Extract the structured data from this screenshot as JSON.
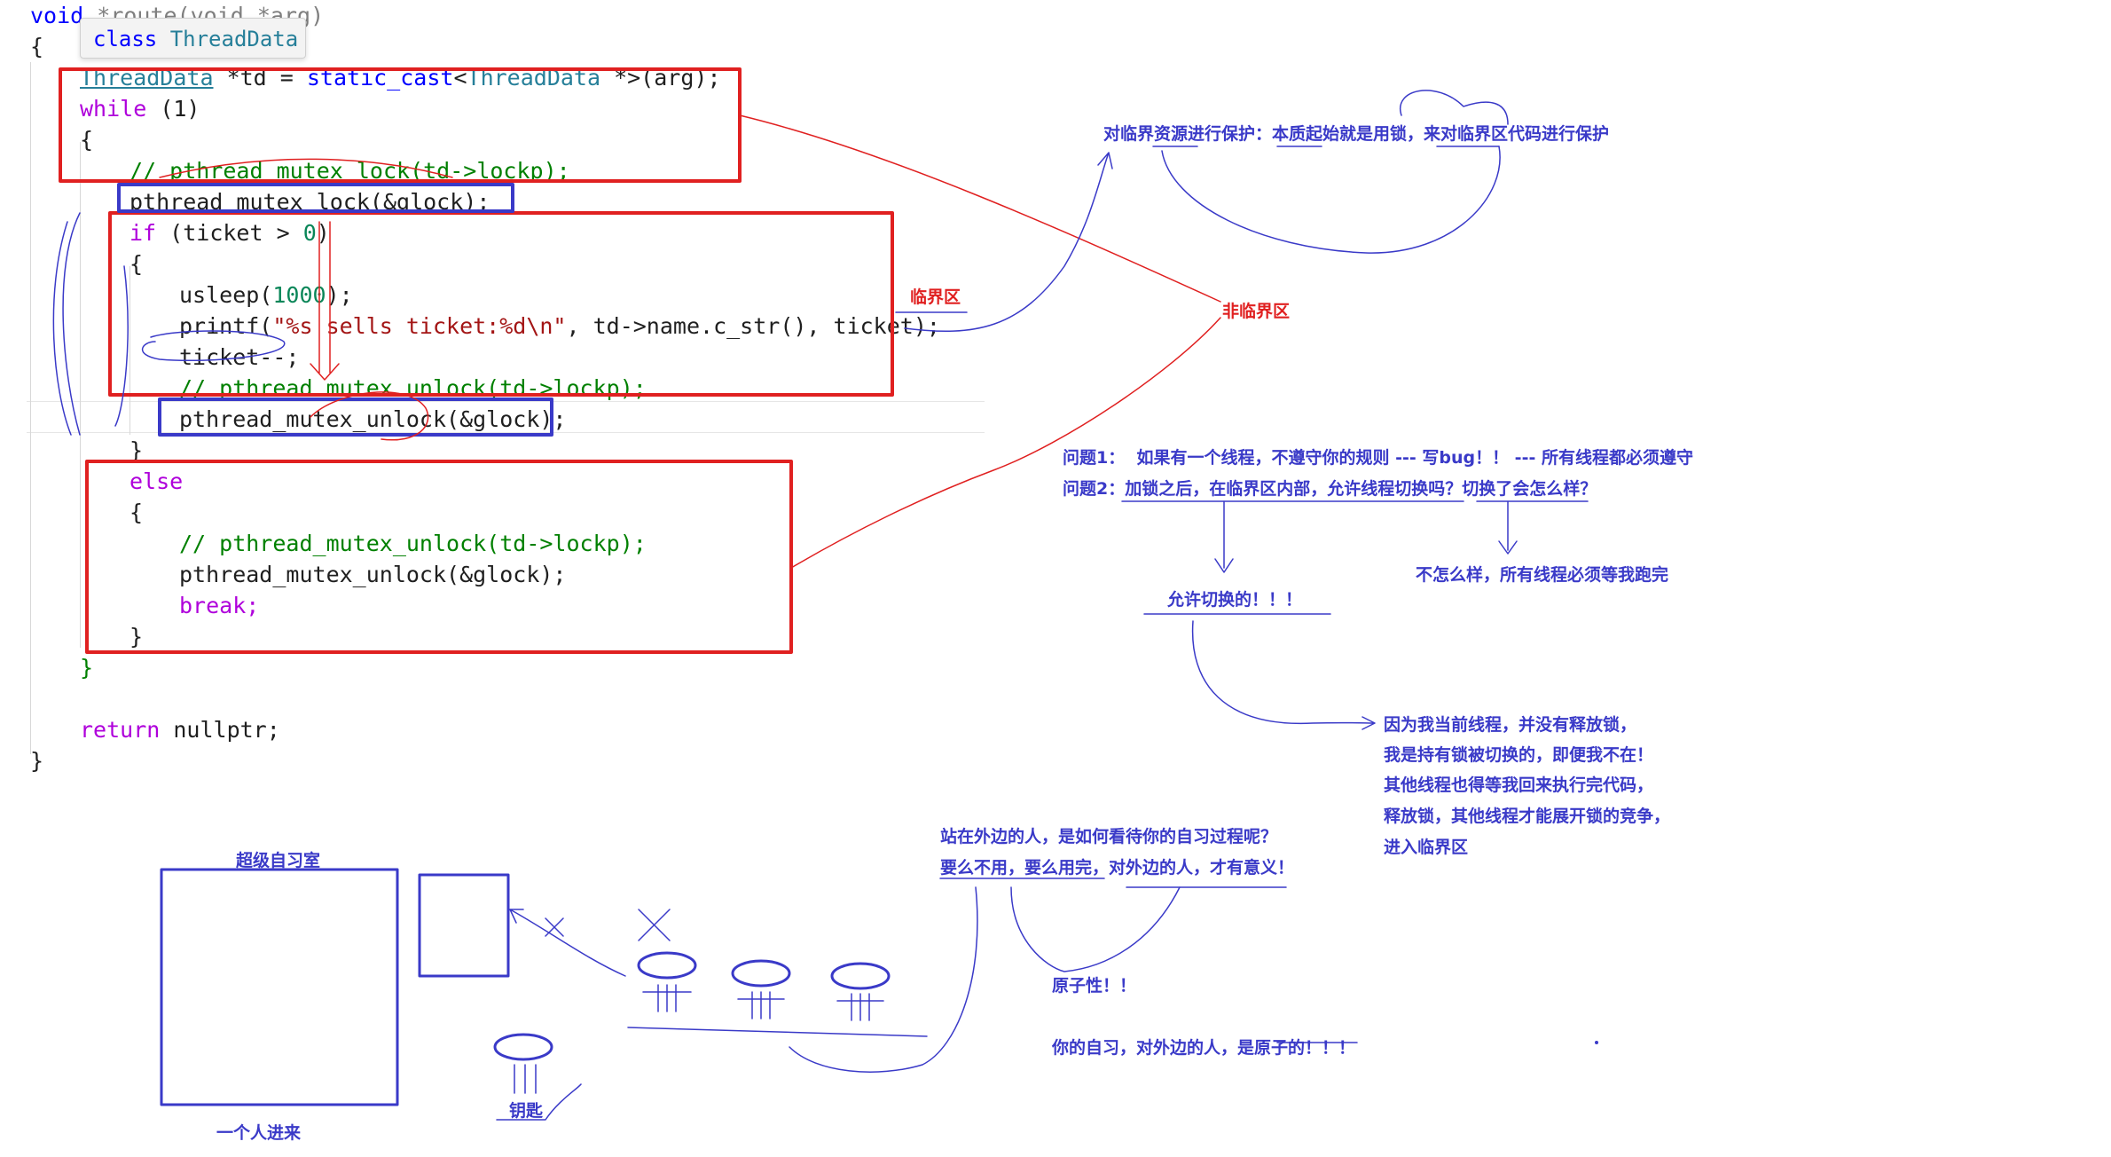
{
  "tooltip": {
    "keyword": "class",
    "name": "ThreadData"
  },
  "code": {
    "line0": {
      "ret": "void",
      "rest": " *route(void *arg)"
    },
    "line1": "{",
    "line2": {
      "type": "ThreadData",
      "mid": " *td = ",
      "cast": "static_cast",
      "lt": "<",
      "type2": "ThreadData",
      "rest": " *>(arg);"
    },
    "line3": {
      "kw": "while",
      "rest": " (1)"
    },
    "line4": "{",
    "line5": "// pthread_mutex_lock(td->lockp);",
    "line6": "pthread_mutex_lock(&glock);",
    "line7": {
      "kw": "if",
      "rest": " (ticket > ",
      "num": "0",
      "end": ")"
    },
    "line8": "{",
    "line9": {
      "fn": "usleep(",
      "num": "1000",
      "end": ");"
    },
    "line10": {
      "fn": "printf(",
      "str": "\"%s sells ticket:%d\\n\"",
      "end": ", td->name.c_str(), ticket);"
    },
    "line11": "ticket--;",
    "line12": "// pthread_mutex_unlock(td->lockp);",
    "line13": "pthread_mutex_unlock(&glock);",
    "line14": "}",
    "line15": "else",
    "line16": "{",
    "line17": "// pthread_mutex_unlock(td->lockp);",
    "line18": "pthread_mutex_unlock(&glock);",
    "line19": "break;",
    "line20": "}",
    "line21": "}",
    "line22": {
      "kw": "return",
      "rest": " nullptr;"
    },
    "line23": "}"
  },
  "annotations": {
    "critical_section": "临界区",
    "non_critical_section": "非临界区",
    "protect": "对临界资源进行保护：本质起始就是用锁，来对临界区代码进行保护",
    "q1": "问题1：  如果有一个线程，不遵守你的规则 --- 写bug！！ --- 所有线程都必须遵守",
    "q2": "问题2：加锁之后，在临界区内部，允许线程切换吗？切换了会怎么样？",
    "allow_switch": "允许切换的！！！",
    "no_matter": "不怎么样，所有线程必须等我跑完",
    "reason1": "因为我当前线程，并没有释放锁，",
    "reason2": "我是持有锁被切换的，即便我不在！",
    "reason3": "其他线程也得等我回来执行完代码，",
    "reason4": "释放锁，其他线程才能展开锁的竞争，",
    "reason5": "进入临界区",
    "outsider1": "站在外边的人，是如何看待你的自习过程呢？",
    "outsider2": "要么不用，要么用完，对外边的人，才有意义！",
    "atomic": "原子性！！",
    "atomic2": "你的自习，对外边的人，是原子的！！！",
    "study_room": "超级自习室",
    "one_person": "一个人进来",
    "key": "钥匙"
  },
  "colors": {
    "red_box": "#e02020",
    "blue_box": "#3a3ac8",
    "ink": "#3a3ac8"
  }
}
